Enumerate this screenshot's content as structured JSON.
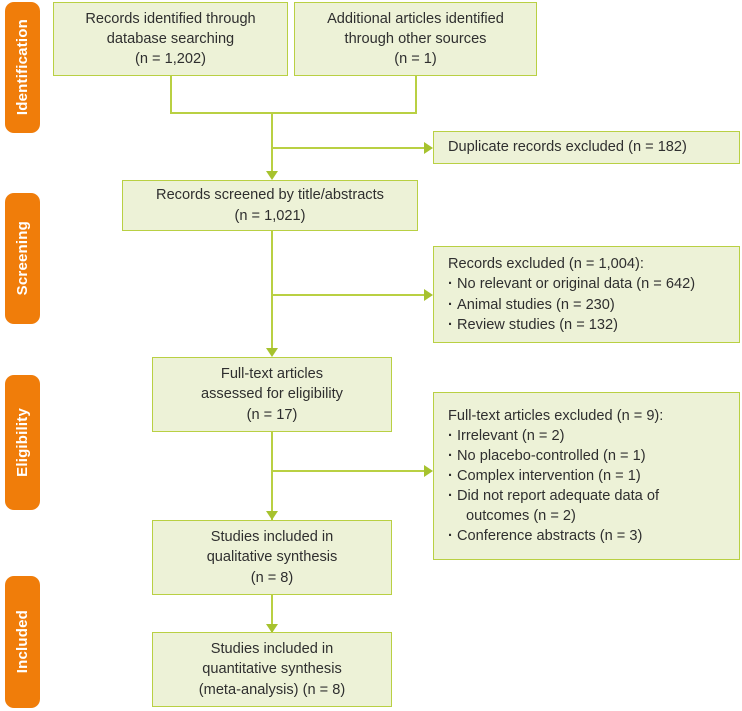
{
  "diagram": {
    "type": "prisma-flow-diagram",
    "accent_orange": "#f07d0a",
    "box_fill": "#edf2d7",
    "box_border": "#b9d043",
    "connector_color": "#b9d043"
  },
  "stages": [
    {
      "label": "Identification"
    },
    {
      "label": "Screening"
    },
    {
      "label": "Eligibility"
    },
    {
      "label": "Included"
    }
  ],
  "boxes": {
    "database_search": {
      "line1": "Records identified through",
      "line2": "database searching",
      "line3": "(n = 1,202)"
    },
    "other_sources": {
      "line1": "Additional articles identified",
      "line2": "through other sources",
      "line3": "(n = 1)"
    },
    "duplicates_excluded": {
      "line1": "Duplicate records excluded (n = 182)"
    },
    "records_screened": {
      "line1": "Records screened by title/abstracts",
      "line2": "(n = 1,021)"
    },
    "records_excluded": {
      "heading": "Records excluded (n = 1,004):",
      "items": [
        "No relevant or original data (n = 642)",
        "Animal studies  (n = 230)",
        "Review studies  (n = 132)"
      ]
    },
    "fulltext_assessed": {
      "line1": "Full-text articles",
      "line2": "assessed for eligibility",
      "line3": "(n = 17)"
    },
    "fulltext_excluded": {
      "heading": "Full-text articles excluded (n = 9):",
      "items": [
        "Irrelevant (n = 2)",
        "No placebo-controlled (n = 1)",
        "Complex intervention (n = 1)",
        "Did not report adequate data of",
        "outcomes (n = 2)",
        "Conference abstracts (n = 3)"
      ]
    },
    "qualitative_synthesis": {
      "line1": "Studies included in",
      "line2": "qualitative synthesis",
      "line3": "(n = 8)"
    },
    "quantitative_synthesis": {
      "line1": "Studies included in",
      "line2": "quantitative synthesis",
      "line3": "(meta-analysis) (n = 8)"
    }
  }
}
